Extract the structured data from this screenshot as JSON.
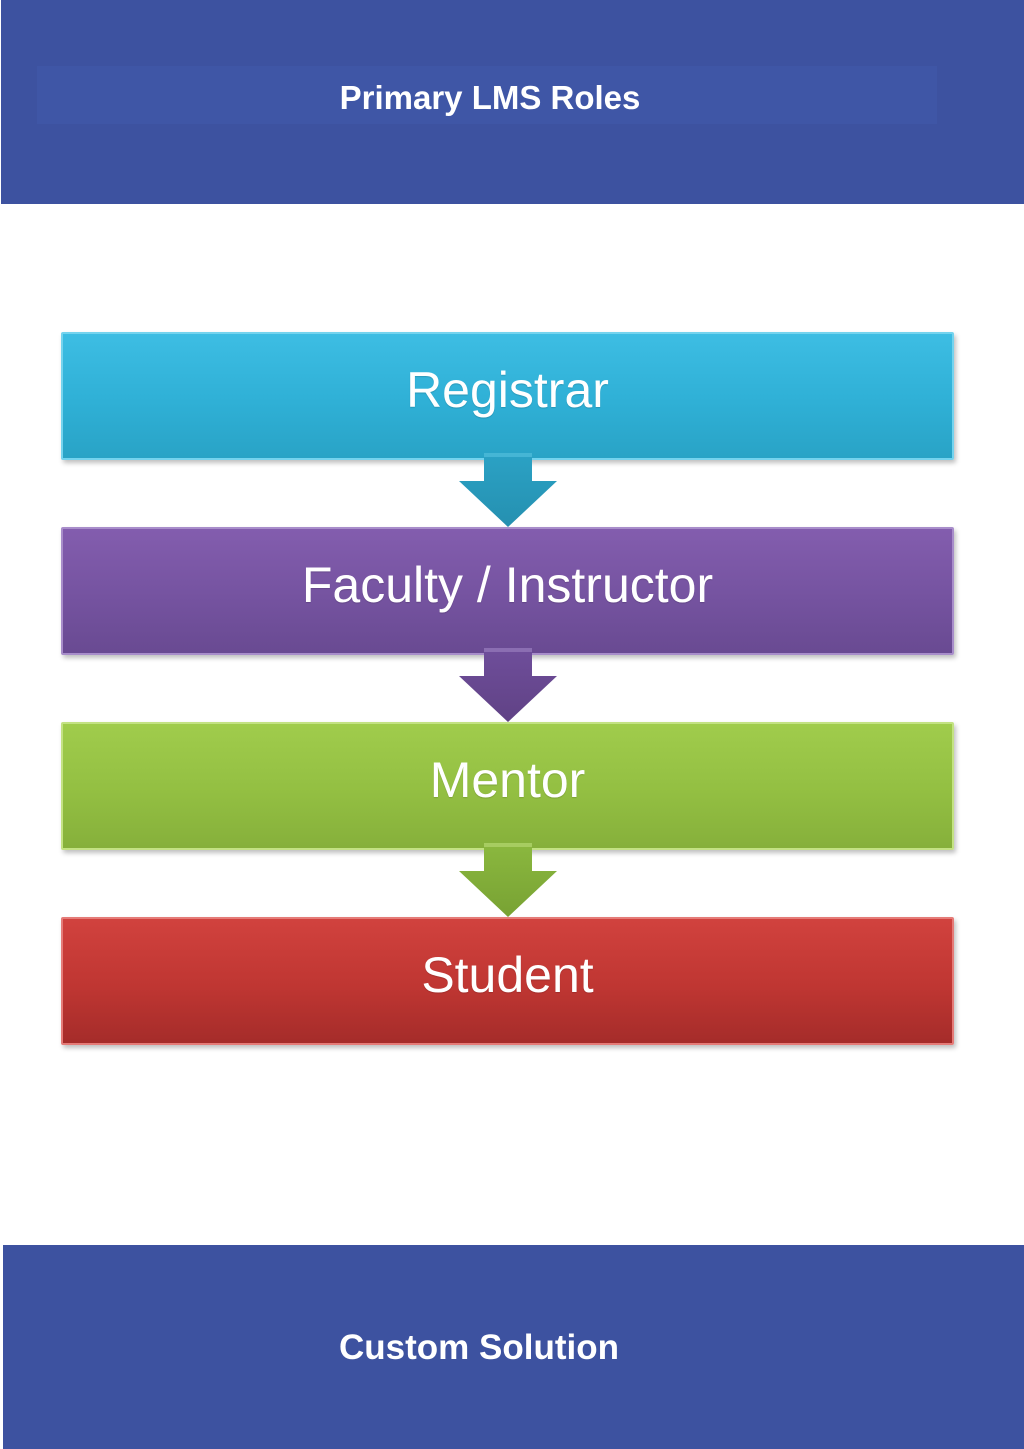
{
  "header": {
    "title": "Primary LMS Roles",
    "background": "#3d52a0"
  },
  "diagram": {
    "type": "vertical-process",
    "stages": [
      {
        "label": "Registrar",
        "color": "#2fb0d6"
      },
      {
        "label": "Faculty / Instructor",
        "color": "#7553a0"
      },
      {
        "label": "Mentor",
        "color": "#93bf42"
      },
      {
        "label": "Student",
        "color": "#bf3632"
      }
    ],
    "arrows": [
      {
        "from": "Registrar",
        "to": "Faculty / Instructor",
        "color": "#2a9dbf",
        "icon": "arrow-down-icon"
      },
      {
        "from": "Faculty / Instructor",
        "to": "Mentor",
        "color": "#6a4a94",
        "icon": "arrow-down-icon"
      },
      {
        "from": "Mentor",
        "to": "Student",
        "color": "#84ad3b",
        "icon": "arrow-down-icon"
      }
    ]
  },
  "footer": {
    "title": "Custom Solution",
    "background": "#3d52a0"
  }
}
